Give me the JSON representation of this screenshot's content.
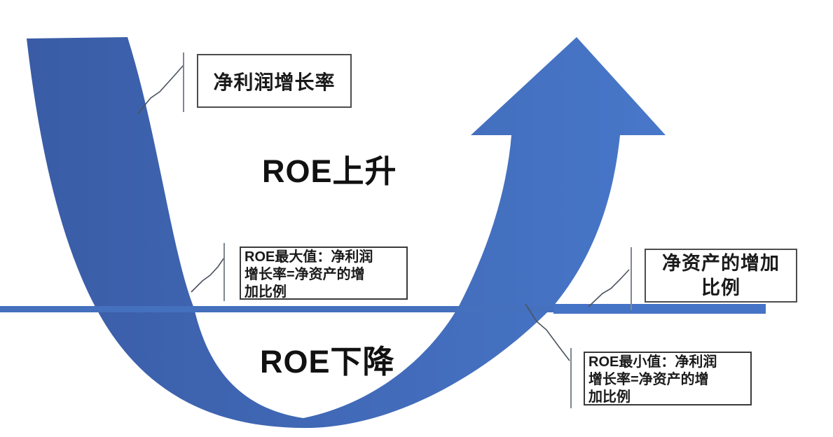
{
  "diagram": {
    "labels": {
      "roe_up": "ROE上升",
      "roe_down": "ROE下降"
    },
    "callouts": {
      "net_profit_growth": {
        "text": "净利润增长率"
      },
      "roe_max": {
        "lines": [
          "ROE最大值：净利润",
          "增长率=净资产的增",
          "加比例"
        ]
      },
      "net_asset_increase": {
        "lines": [
          "净资产的增加",
          "比例"
        ]
      },
      "roe_min": {
        "lines": [
          "ROE最小值：净利润",
          "增长率=净资产的增",
          "加比例"
        ]
      }
    },
    "colors": {
      "swoosh_dark": "#3A5CA6",
      "swoosh_light": "#4877C9",
      "axis_line": "#4470BD",
      "axis_line_right": "#4573C5",
      "leader_line": "#4A525E",
      "tick_line": "#7E8792",
      "background": "#FFFFFF"
    }
  }
}
